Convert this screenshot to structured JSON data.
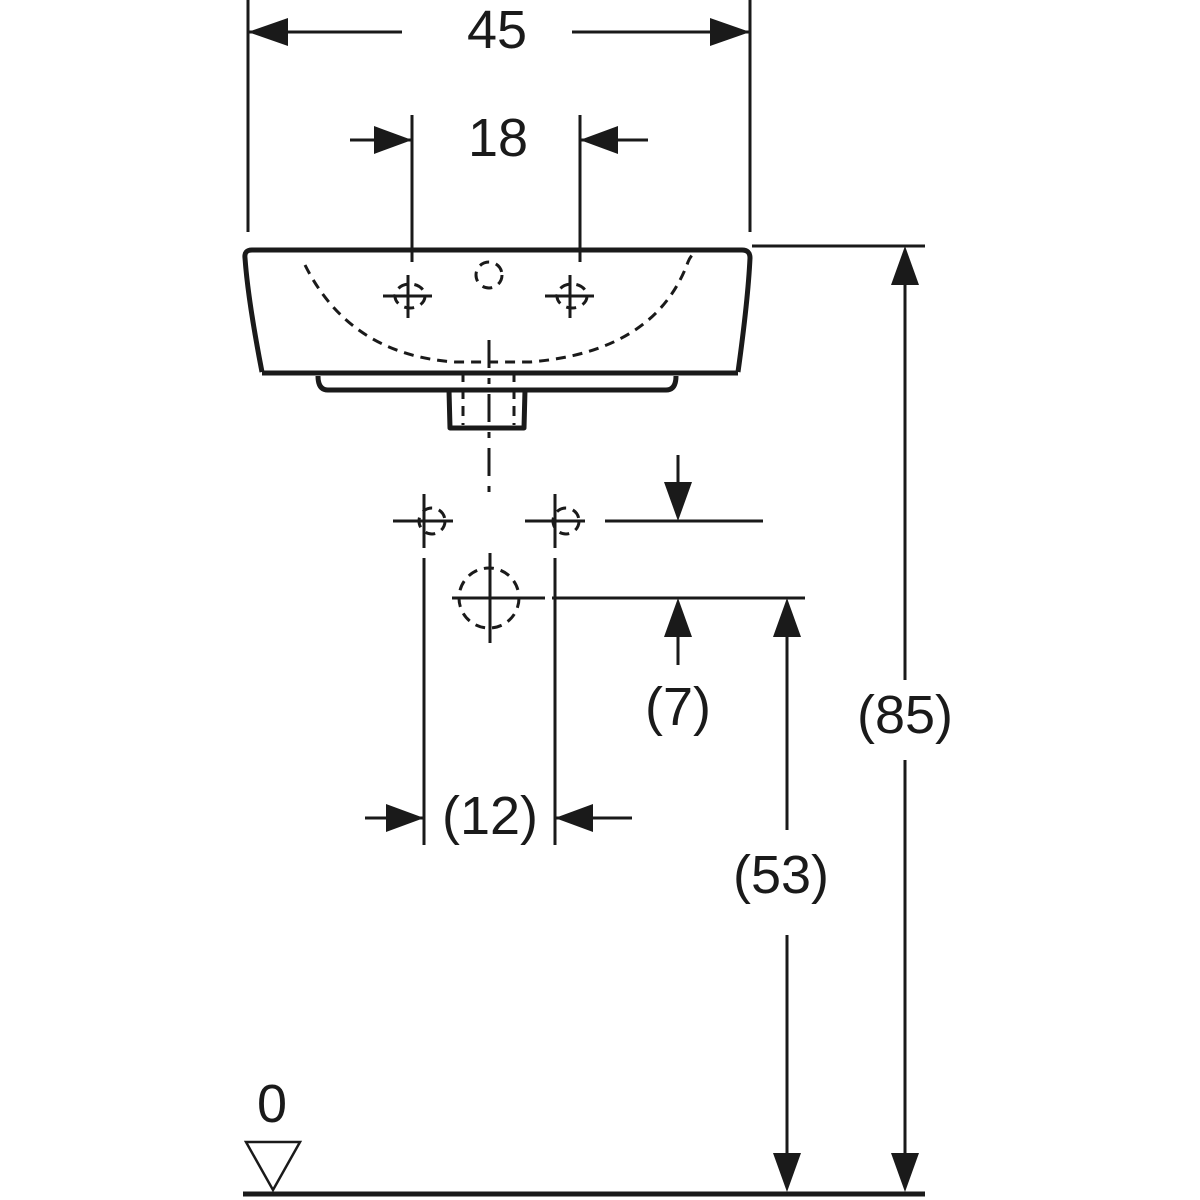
{
  "drawing": {
    "title": "Washbasin dimension drawing",
    "dimensions": {
      "overall_width": "45",
      "tap_hole_spacing": "18",
      "supply_offset": "(7)",
      "supply_spacing": "(12)",
      "waste_height": "(53)",
      "rim_height": "(85)",
      "floor_level": "0"
    },
    "colors": {
      "line": "#1a1a1a",
      "background": "#ffffff"
    }
  }
}
